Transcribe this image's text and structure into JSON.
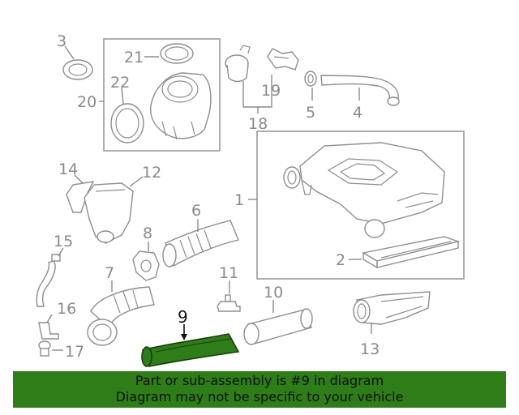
{
  "callouts": {
    "c1": "1",
    "c2": "2",
    "c3": "3",
    "c4": "4",
    "c5": "5",
    "c6": "6",
    "c7": "7",
    "c8": "8",
    "c9": "9",
    "c10": "10",
    "c11": "11",
    "c12": "12",
    "c13": "13",
    "c14": "14",
    "c15": "15",
    "c16": "16",
    "c17": "17",
    "c18": "18",
    "c19": "19",
    "c20": "20",
    "c21": "21",
    "c22": "22"
  },
  "highlight": {
    "part": "9",
    "color": "#2e7d18"
  },
  "banner": {
    "line1": "Part or sub-assembly is #9 in diagram",
    "line2": "Diagram may not be specific to your vehicle"
  }
}
